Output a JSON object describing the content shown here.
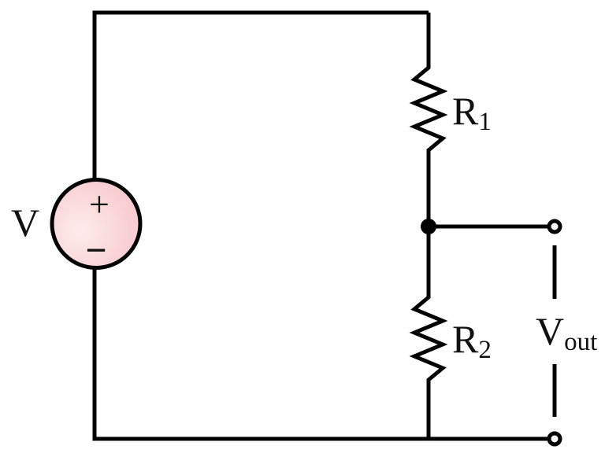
{
  "diagram": {
    "kind": "voltage-divider-circuit"
  },
  "labels": {
    "source": "V",
    "plus": "+",
    "minus": "−",
    "r1": {
      "base": "R",
      "sub": "1"
    },
    "r2": {
      "base": "R",
      "sub": "2"
    },
    "vout": {
      "base": "V",
      "sub": "out"
    }
  },
  "colors": {
    "wire": "#000000",
    "label_text": "#111111",
    "source_fill_light": "#fdecec",
    "source_fill_mid": "#f9d3d6",
    "source_fill_dark": "#f5c1c5",
    "background": "#ffffff"
  }
}
